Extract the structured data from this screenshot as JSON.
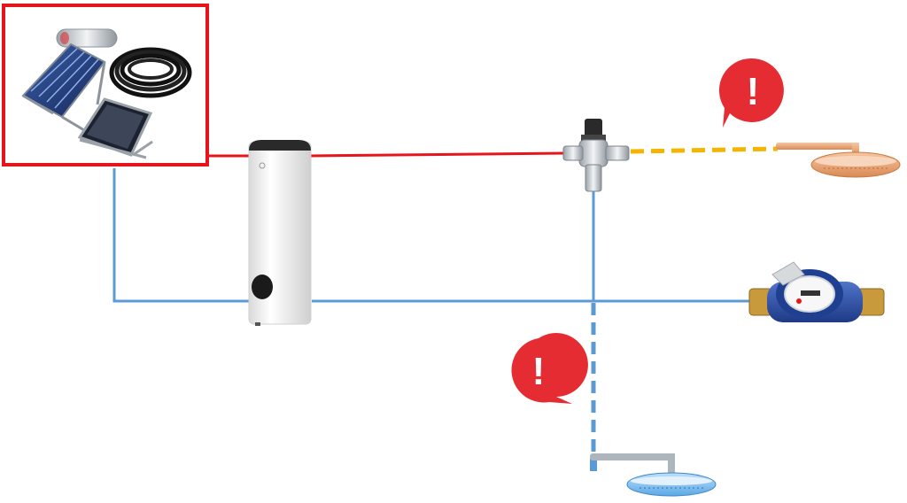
{
  "colors": {
    "hot_pipe": "#e8141b",
    "cold_pipe": "#5b9bd5",
    "mixed_pipe_dashed": "#f5b400",
    "cold_pipe_dashed": "#5b9bd5",
    "source_frame": "#e8141b",
    "warning_bubble": "#e42c32",
    "warning_mark": "#ffffff",
    "copper": "#e39a6a",
    "meter_blue": "#2b4fa8",
    "brass": "#c89a3c",
    "tank_white": "#f4f4f4",
    "chrome": "#c9ced3"
  },
  "components": [
    {
      "name": "solar-water-heater-kit",
      "icon": "solar-collector-icon"
    },
    {
      "name": "storage-tank",
      "icon": "water-tank-icon"
    },
    {
      "name": "thermostatic-mixing-valve",
      "icon": "mixing-valve-icon"
    },
    {
      "name": "hot-shower-head",
      "icon": "shower-head-icon"
    },
    {
      "name": "cold-shower-head",
      "icon": "shower-head-icon"
    },
    {
      "name": "water-meter",
      "icon": "water-meter-icon"
    }
  ],
  "warnings": [
    {
      "name": "warning-hot-outlet",
      "symbol": "!"
    },
    {
      "name": "warning-cold-outlet",
      "symbol": "!"
    }
  ]
}
